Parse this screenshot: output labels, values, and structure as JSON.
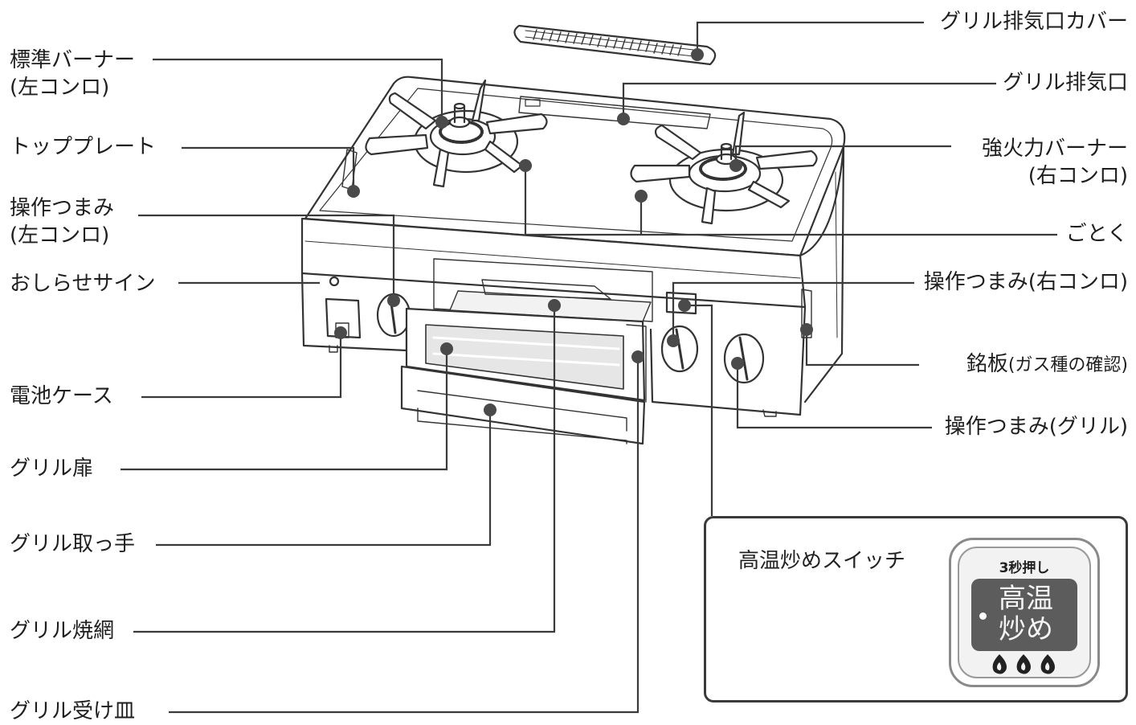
{
  "labels": {
    "grill_exhaust_cover": "グリル排気口カバー",
    "standard_burner": "標準バーナー",
    "left_stove": "(左コンロ)",
    "grill_exhaust": "グリル排気口",
    "top_plate": "トッププレート",
    "high_power_burner": "強火力バーナー",
    "right_stove": "(右コンロ)",
    "knob_left": "操作つまみ",
    "gotoku": "ごとく",
    "notice_sign": "おしらせサイン",
    "knob_right": "操作つまみ(右コンロ)",
    "name_plate": "銘板",
    "name_plate_note": "(ガス種の確認)",
    "battery_case": "電池ケース",
    "knob_grill": "操作つまみ(グリル)",
    "grill_door": "グリル扉",
    "grill_handle": "グリル取っ手",
    "grill_grate": "グリル焼網",
    "grill_tray": "グリル受け皿"
  },
  "switch": {
    "title": "高温炒めスイッチ",
    "hint": "3秒押し",
    "button_line1": "高温",
    "button_line2": "炒め"
  },
  "colors": {
    "ink": "#1e1e1e",
    "leader": "#3a3a3a",
    "dot": "#4a4a4a",
    "button": "#5c5c5c",
    "grill_window": "#e6e6e6"
  }
}
